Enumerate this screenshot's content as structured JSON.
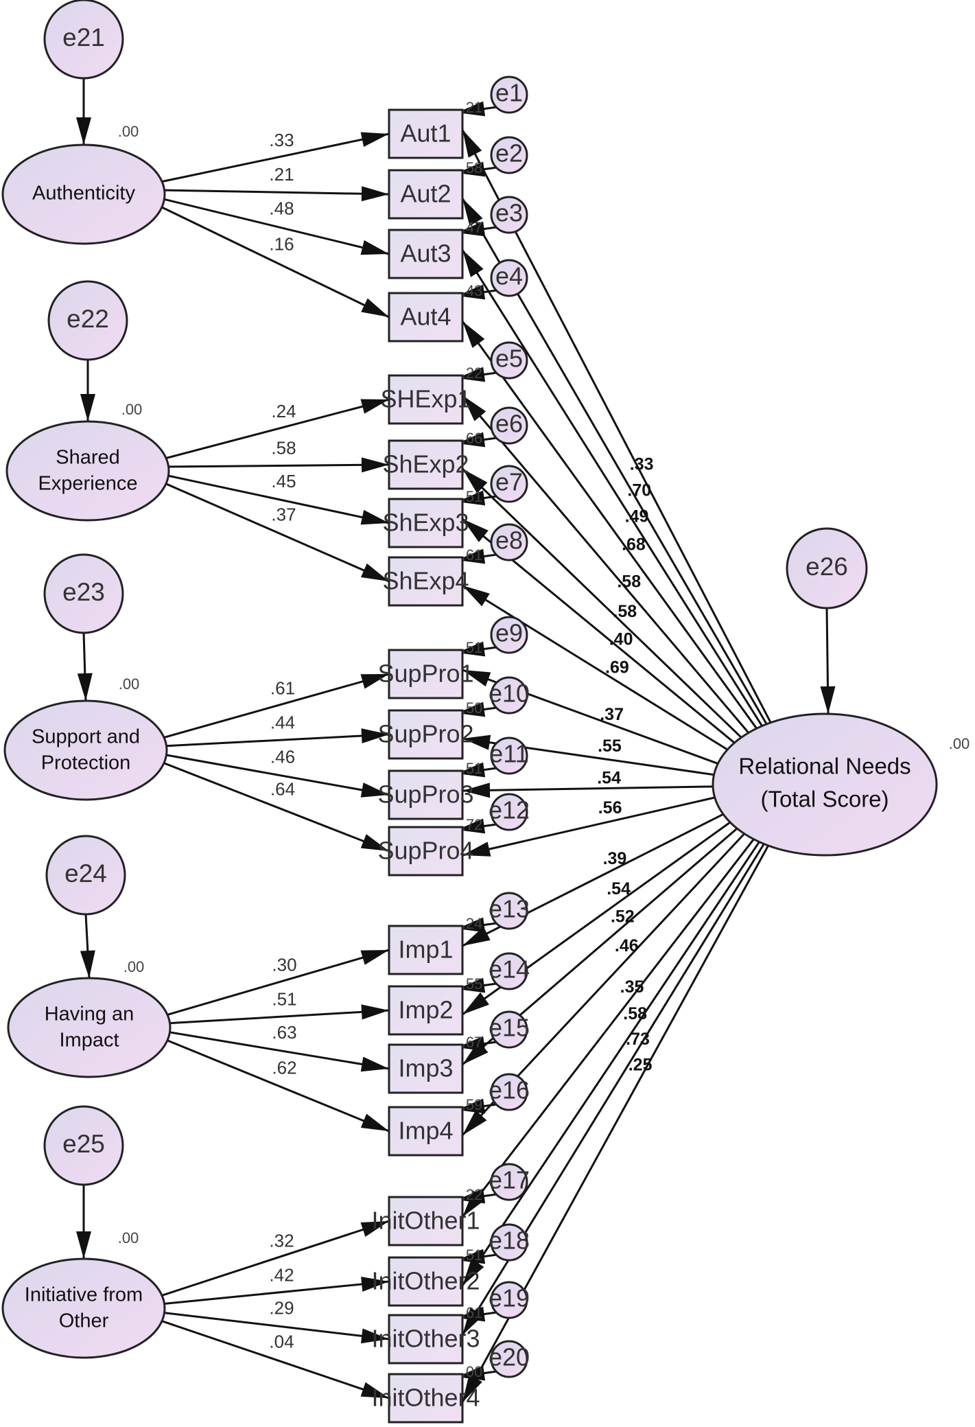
{
  "latents": [
    {
      "id": "aut",
      "label": "Authenticity",
      "variance": ".00",
      "error": "e21"
    },
    {
      "id": "she",
      "label": "Shared Experience",
      "variance": ".00",
      "error": "e22"
    },
    {
      "id": "sup",
      "label": "Support and Protection",
      "variance": ".00",
      "error": "e23"
    },
    {
      "id": "imp",
      "label": "Having an Impact",
      "variance": ".00",
      "error": "e24"
    },
    {
      "id": "ini",
      "label": "Initiative from Other",
      "variance": ".00",
      "error": "e25"
    }
  ],
  "target": {
    "label_line1": "Relational Needs",
    "label_line2": "(Total Score)",
    "error": "e26",
    "variance": ".00"
  },
  "indicators": [
    {
      "name": "Aut1",
      "error": "e1",
      "r2": ".21",
      "loading": ".33",
      "target_coef": ".33"
    },
    {
      "name": "Aut2",
      "error": "e2",
      "r2": ".58",
      "loading": ".21",
      "target_coef": ".70"
    },
    {
      "name": "Aut3",
      "error": "e3",
      "r2": ".47",
      "loading": ".48",
      "target_coef": ".49"
    },
    {
      "name": "Aut4",
      "error": "e4",
      "r2": ".43",
      "loading": ".16",
      "target_coef": ".68"
    },
    {
      "name": "SHExp1",
      "error": "e5",
      "r2": ".22",
      "loading": ".24",
      "target_coef": ".58"
    },
    {
      "name": "ShExp2",
      "error": "e6",
      "r2": ".66",
      "loading": ".58",
      "target_coef": ".58"
    },
    {
      "name": "ShExp3",
      "error": "e7",
      "r2": ".51",
      "loading": ".45",
      "target_coef": ".40"
    },
    {
      "name": "ShExp4",
      "error": "e8",
      "r2": ".61",
      "loading": ".37",
      "target_coef": ".69"
    },
    {
      "name": "SupPro1",
      "error": "e9",
      "r2": ".51",
      "loading": ".61",
      "target_coef": ".37"
    },
    {
      "name": "SupPro2",
      "error": "e10",
      "r2": ".50",
      "loading": ".44",
      "target_coef": ".55"
    },
    {
      "name": "SupPro3",
      "error": "e11",
      "r2": ".51",
      "loading": ".46",
      "target_coef": ".54"
    },
    {
      "name": "SupPro4",
      "error": "e12",
      "r2": ".72",
      "loading": ".64",
      "target_coef": ".56"
    },
    {
      "name": "Imp1",
      "error": "e13",
      "r2": ".24",
      "loading": ".30",
      "target_coef": ".39"
    },
    {
      "name": "Imp2",
      "error": "e14",
      "r2": ".55",
      "loading": ".51",
      "target_coef": ".54"
    },
    {
      "name": "Imp3",
      "error": "e15",
      "r2": ".67",
      "loading": ".63",
      "target_coef": ".52"
    },
    {
      "name": "Imp4",
      "error": "e16",
      "r2": ".59",
      "loading": ".62",
      "target_coef": ".46"
    },
    {
      "name": "InitOther1",
      "error": "e17",
      "r2": ".22",
      "loading": ".32",
      "target_coef": ".35"
    },
    {
      "name": "InitOther2",
      "error": "e18",
      "r2": ".51",
      "loading": ".42",
      "target_coef": ".58"
    },
    {
      "name": "InitOther3",
      "error": "e19",
      "r2": ".61",
      "loading": ".29",
      "target_coef": ".73"
    },
    {
      "name": "InitOther4",
      "error": "e20",
      "r2": ".00",
      "loading": ".04",
      "target_coef": ".25"
    }
  ]
}
